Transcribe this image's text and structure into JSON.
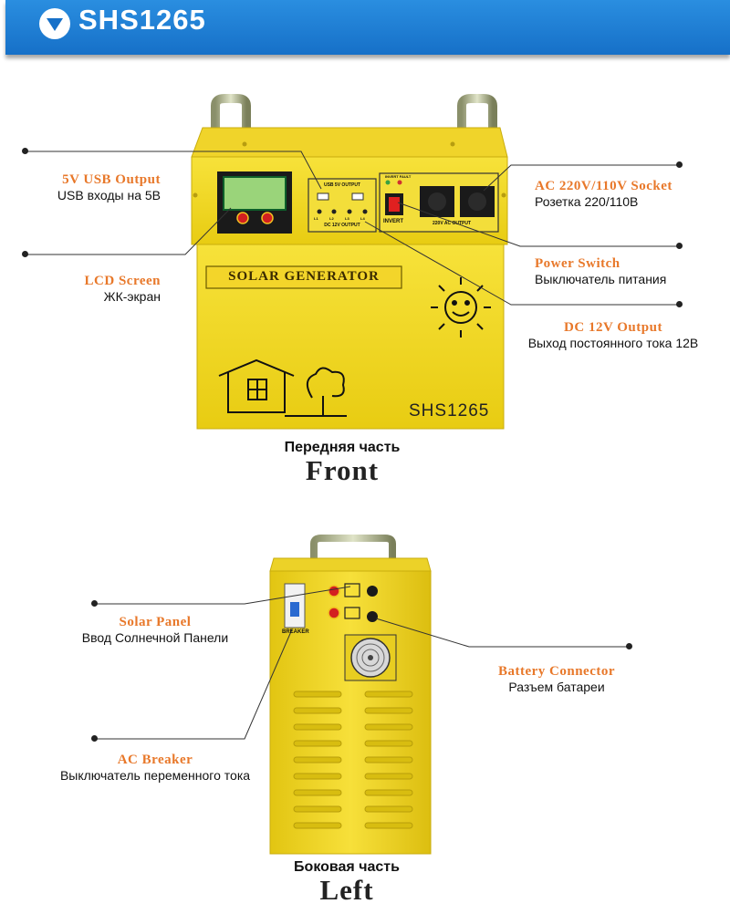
{
  "header": {
    "title": "SHS1265",
    "icon": "chevron-down-icon"
  },
  "front": {
    "callouts": {
      "usb": {
        "en": "5V USB Output",
        "ru": "USB  входы на 5В"
      },
      "lcd": {
        "en": "LCD Screen",
        "ru": "ЖК-экран"
      },
      "ac": {
        "en": "AC 220V/110V Socket",
        "ru": "Розетка 220/110В"
      },
      "power": {
        "en": "Power Switch",
        "ru": "Выключатель питания"
      },
      "dc": {
        "en": "DC 12V Output",
        "ru": "Выход постоянного тока 12В"
      }
    },
    "device": {
      "label": "SOLAR GENERATOR",
      "model": "SHS1265",
      "usb_panel_title": "USB 5V OUTPUT",
      "dc_panel_title": "DC 12V OUTPUT",
      "dc_ports": [
        "L1",
        "L2",
        "L3",
        "L4"
      ],
      "invert_fault": "INVERT FAULT",
      "invert": "INVERT",
      "ac_output": "220V AC OUTPUT"
    },
    "caption": {
      "ru": "Передняя часть",
      "en": "Front"
    }
  },
  "left": {
    "callouts": {
      "solar": {
        "en": "Solar Panel",
        "ru": "Ввод Солнечной Панели"
      },
      "battery": {
        "en": "Battery Connector",
        "ru": "Разъем батареи"
      },
      "breaker": {
        "en": "AC Breaker",
        "ru": "Выключатель переменного тока"
      }
    },
    "device": {
      "breaker_label": "BREAKER"
    },
    "caption": {
      "ru": "Боковая часть",
      "en": "Left"
    }
  },
  "colors": {
    "banner": "#1670c8",
    "accent": "#e8782a",
    "device": "#f5dc1e"
  }
}
